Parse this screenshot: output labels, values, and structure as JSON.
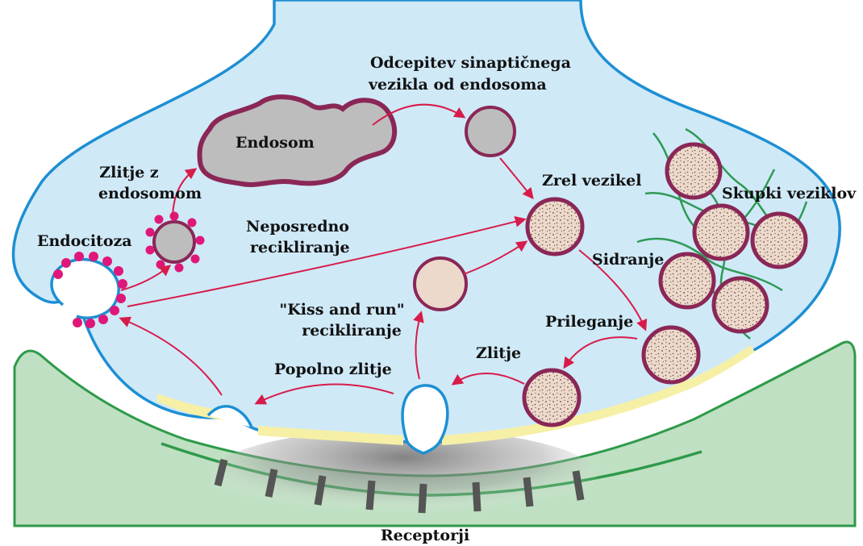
{
  "diagram": {
    "labels": {
      "odcepitev_line1": "Odcepitev sinaptičnega",
      "odcepitev_line2": "vezikla od endosoma",
      "endosom": "Endosom",
      "zlitje_z_line1": "Zlitje z",
      "zlitje_z_line2": "endosomom",
      "zrel_vezikel": "Zrel vezikel",
      "skupki_veziklov": "Skupki veziklov",
      "neposredno_line1": "Neposredno",
      "neposredno_line2": "recikliranje",
      "endocitoza": "Endocitoza",
      "sidranje": "Sidranje",
      "kiss_line1": "\"Kiss and run\"",
      "kiss_line2": "recikliranje",
      "prileganje": "Prileganje",
      "zlitje": "Zlitje",
      "popolno_zlitje": "Popolno zlitje",
      "receptorji": "Receptorji"
    },
    "colors": {
      "terminal_fill": "#cfe9f7",
      "membrane": "#1e8fd3",
      "postsynaptic_fill": "#bfe0c2",
      "postsynaptic_edge": "#2e9a4a",
      "active_zone": "#f6f0a6",
      "arrow": "#d81b4a",
      "vesicle_edge": "#8a2756",
      "vesicle_fill": "#ecd9cc",
      "endosome_fill": "#bdbdbd",
      "endosome_edge": "#8a2756",
      "clathrin": "#e0177a",
      "cytoskeleton": "#2f9a55",
      "receptor": "#555555"
    }
  }
}
